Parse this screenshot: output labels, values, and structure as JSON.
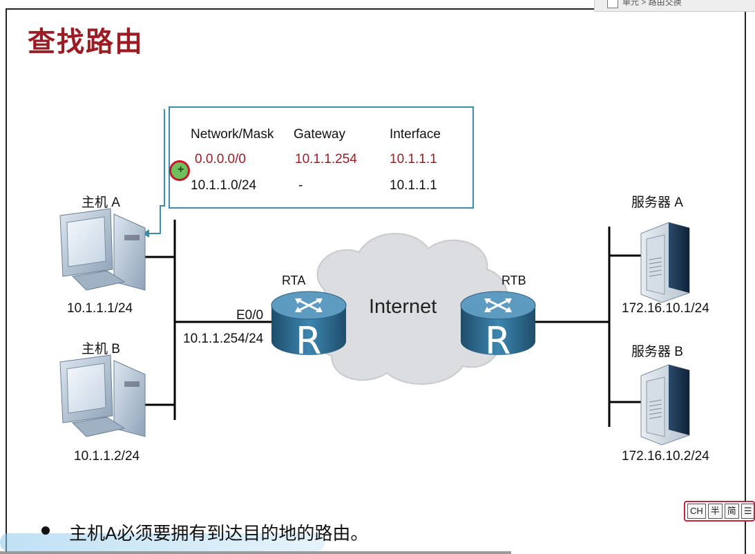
{
  "title": "查找路由",
  "top_chip_text": "单元 > 路由交换",
  "route_table": {
    "headers": [
      "Network/Mask",
      "Gateway",
      "Interface"
    ],
    "rows": [
      {
        "network": "0.0.0.0/0",
        "gateway": "10.1.1.254",
        "interface": "10.1.1.1",
        "highlight": true
      },
      {
        "network": "10.1.1.0/24",
        "gateway": "-",
        "interface": "10.1.1.1",
        "highlight": false
      }
    ]
  },
  "hosts": {
    "host_a_name": "主机 A",
    "host_a_ip": "10.1.1.1/24",
    "host_b_name": "主机 B",
    "host_b_ip": "10.1.1.2/24"
  },
  "routers": {
    "rta": "RTA",
    "rtb": "RTB",
    "interface": "E0/0",
    "interface_ip": "10.1.1.254/24",
    "router_letter": "R"
  },
  "cloud_label": "Internet",
  "servers": {
    "server_a_name": "服务器 A",
    "server_a_ip": "172.16.10.1/24",
    "server_b_name": "服务器 B",
    "server_b_ip": "172.16.10.2/24"
  },
  "bullet": "主机A必须要拥有到达目的地的路由。",
  "ime": {
    "k1": "CH",
    "k2": "半",
    "k3": "简",
    "k4": "☰"
  },
  "colors": {
    "title_red": "#9b1c24",
    "box_border": "#3a8da8",
    "router_blue": "#2f6c8f",
    "highlight_red": "#9b1c24"
  }
}
